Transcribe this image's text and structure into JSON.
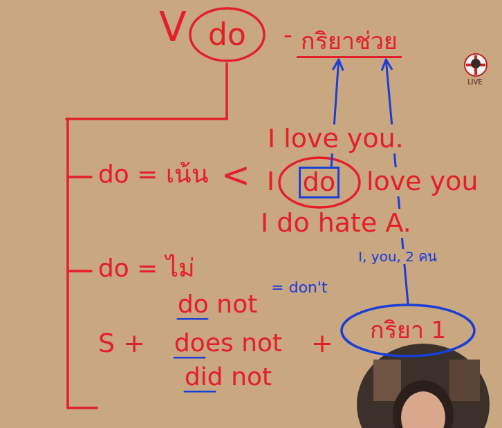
{
  "diagram": {
    "nodes": [
      {
        "text": [
          "do"
        ]
      },
      {
        "text": [
          "กริยาช่วย"
        ]
      },
      {
        "text": [
          "do"
        ]
      },
      {
        "text": [
          "กริยา 1"
        ]
      }
    ],
    "edges": [
      {
        "from": 2,
        "to": 1,
        "arrow": "to"
      },
      {
        "from": 3,
        "to": 1,
        "arrow": "to"
      }
    ],
    "labels": [
      "V",
      "-",
      "<",
      "I love you.",
      "I",
      "love you",
      "do = เน้น",
      "I do hate A.",
      "I, you, 2 คน",
      "do = ไม่",
      "do not",
      "= don't",
      "S +",
      "does not",
      "did not",
      "+",
      "LIVE"
    ]
  }
}
